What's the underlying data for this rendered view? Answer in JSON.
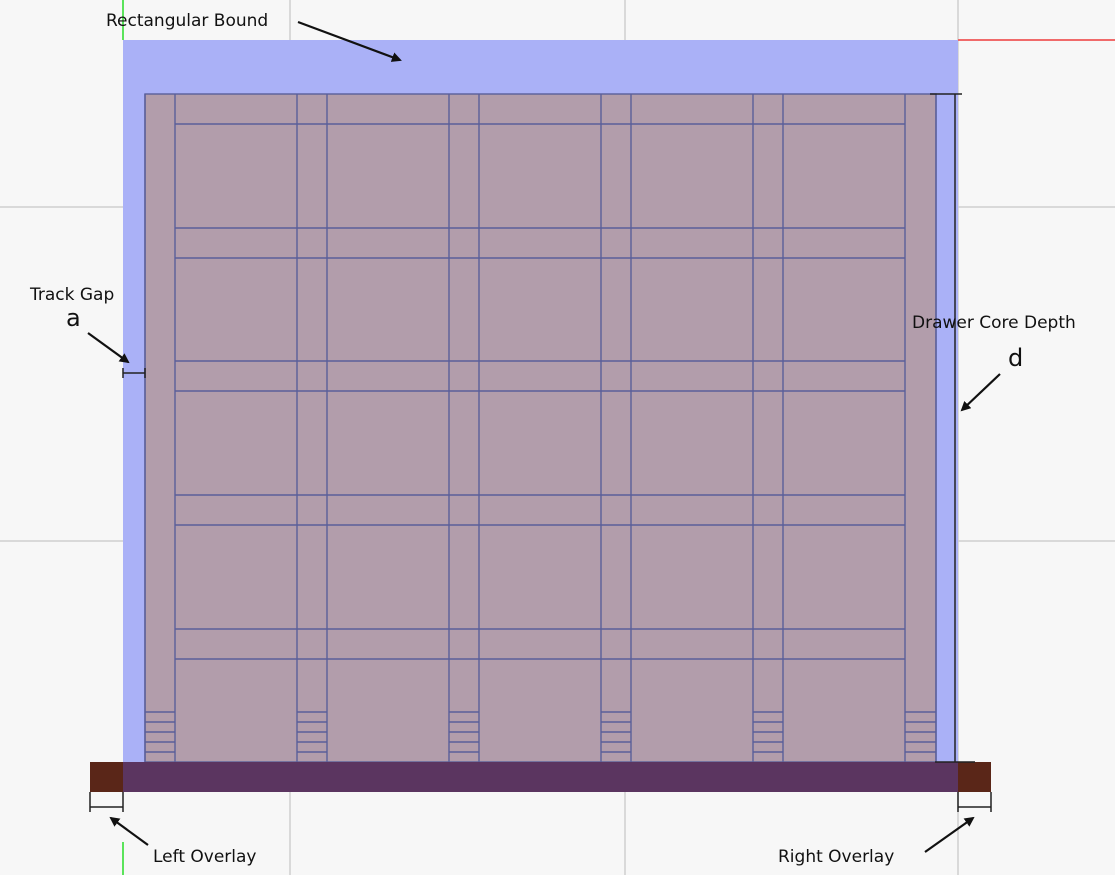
{
  "labels": {
    "rectangular_bound": "Rectangular Bound",
    "track_gap": "Track Gap",
    "track_gap_symbol": "a",
    "drawer_core_depth": "Drawer Core Depth",
    "drawer_core_depth_symbol": "d",
    "left_overlay": "Left Overlay",
    "right_overlay": "Right Overlay"
  },
  "colors": {
    "background": "#f7f7f7",
    "grid": "#cfcfcf",
    "bound": "#aab1f7",
    "panel": "#b29dab",
    "rail_line": "#5a5f9a",
    "base_bar": "#5b3560",
    "overlay_end": "#5a2618",
    "axis_green": "#5be35b",
    "axis_red": "#f06a6a"
  }
}
